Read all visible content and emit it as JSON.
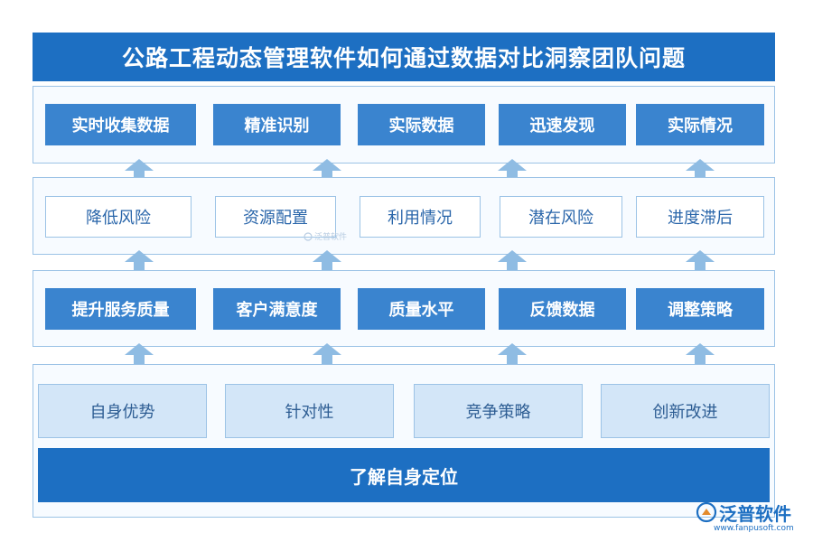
{
  "title": "公路工程动态管理软件如何通过数据对比洞察团队问题",
  "row1": [
    "实时收集数据",
    "精准识别",
    "实际数据",
    "迅速发现",
    "实际情况"
  ],
  "row2": [
    "降低风险",
    "资源配置",
    "利用情况",
    "潜在风险",
    "进度滞后"
  ],
  "row3": [
    "提升服务质量",
    "客户满意度",
    "质量水平",
    "反馈数据",
    "调整策略"
  ],
  "row4": [
    "自身优势",
    "针对性",
    "竞争策略",
    "创新改进"
  ],
  "base": "了解自身定位",
  "watermark": {
    "center_text": "泛普软件",
    "brand_name": "泛普软件",
    "brand_url": "www.fanpusoft.com"
  },
  "colors": {
    "primary": "#1d6fc2",
    "solid_box": "#3a84cf",
    "light_box": "#d3e6f8",
    "arrow": "#8fbce3",
    "border": "#9cc3e6"
  }
}
